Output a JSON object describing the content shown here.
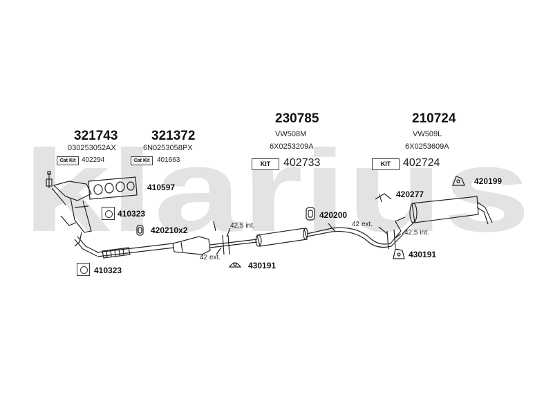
{
  "watermark": "klarius",
  "groups": [
    {
      "number": "321743",
      "code": "030253052AX",
      "catkit_label": "Cat Kit",
      "catkit_number": "402294"
    },
    {
      "number": "321372",
      "code": "6N0253058PX",
      "catkit_label": "Cat Kit",
      "catkit_number": "401663"
    },
    {
      "number": "230785",
      "model": "VW508M",
      "code": "6X0253209A",
      "kit_label": "KIT",
      "kit_number": "402733"
    },
    {
      "number": "210724",
      "model": "VW509L",
      "code": "6X0253609A",
      "kit_label": "KIT",
      "kit_number": "402724"
    }
  ],
  "parts": {
    "p410597": "410597",
    "p410323a": "410323",
    "p420210": "420210x2",
    "p410323b": "410323",
    "p430191a": "430191",
    "p420200": "420200",
    "p420277": "420277",
    "p420199": "420199",
    "p430191b": "430191"
  },
  "annotations": {
    "a1": "42,5 int.",
    "a2": "42 ext.",
    "a3": "42 ext.",
    "a4": "42,5 int."
  }
}
